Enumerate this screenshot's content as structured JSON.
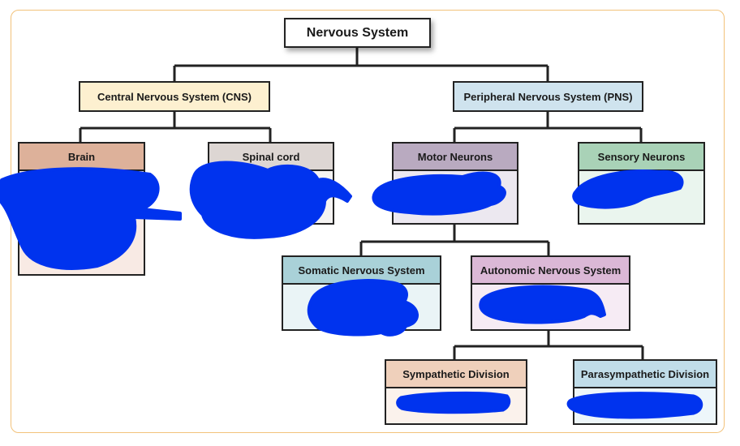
{
  "diagram": {
    "title": "Nervous System",
    "level1": {
      "cns": {
        "label": "Central Nervous System (CNS)",
        "fill": "#fdf0d0"
      },
      "pns": {
        "label": "Peripheral Nervous System (PNS)",
        "fill": "#cfe3ee"
      }
    },
    "level2": {
      "brain": {
        "label": "Brain",
        "head_fill": "#ddb19a",
        "body_fill": "#f8eae4"
      },
      "spinal_cord": {
        "label": "Spinal cord",
        "head_fill": "#ddd6d3",
        "body_fill": "#f5f3f2"
      },
      "motor_neurons": {
        "label": "Motor Neurons",
        "head_fill": "#b9aac0",
        "body_fill": "#ece8f0"
      },
      "sensory_neurons": {
        "label": "Sensory Neurons",
        "head_fill": "#a9d2b7",
        "body_fill": "#eaf5ee"
      }
    },
    "level3": {
      "somatic": {
        "label": "Somatic Nervous System",
        "head_fill": "#a9d1d8",
        "body_fill": "#eaf4f6"
      },
      "autonomic": {
        "label": "Autonomic Nervous System",
        "head_fill": "#dbb8d6",
        "body_fill": "#f6ebf4"
      }
    },
    "level4": {
      "sympathetic": {
        "label": "Sympathetic Division",
        "head_fill": "#efd0bb",
        "body_fill": "#fbf2ec"
      },
      "parasympathetic": {
        "label": "Parasympathetic Division",
        "head_fill": "#c1dde9",
        "body_fill": "#edf6fa"
      }
    },
    "redaction_color": "#0033ee",
    "frame_color": "#f2c27a"
  }
}
